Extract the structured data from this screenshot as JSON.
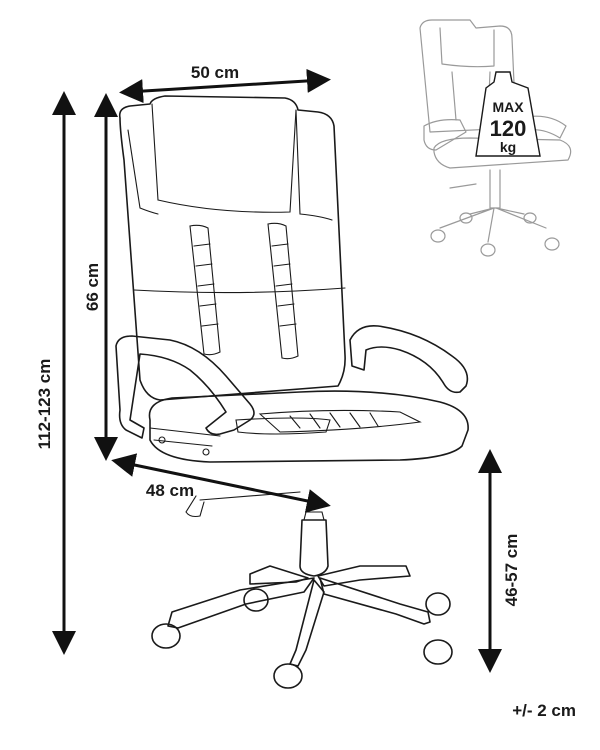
{
  "dimensions": {
    "width": "50 cm",
    "depth": "48 cm",
    "backrest_height": "66 cm",
    "total_height": "112-123 cm",
    "seat_height": "46-57 cm",
    "tolerance": "+/- 2 cm"
  },
  "max_load": {
    "prefix": "MAX",
    "value": "120",
    "unit": "kg"
  },
  "colors": {
    "line": "#1a1a1a",
    "ghost": "#9a9a9a",
    "arrow": "#111111"
  }
}
